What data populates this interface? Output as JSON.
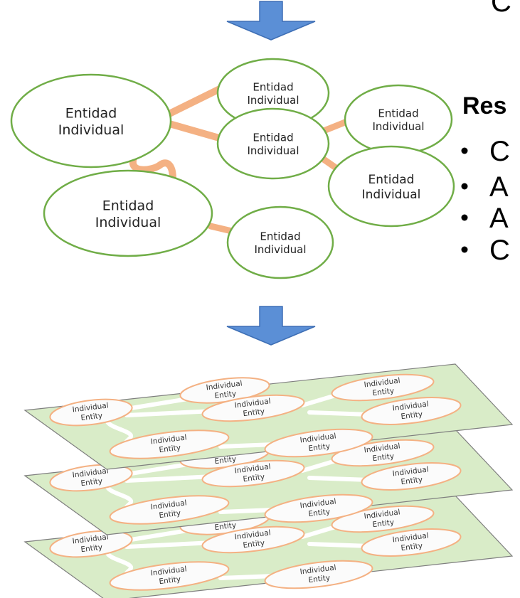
{
  "top_partial_text": "C",
  "heading_partial": "Res",
  "bullet_partials": [
    "C",
    "A",
    "A",
    "C"
  ],
  "entity_label": {
    "line1": "Entidad",
    "line2": "Individual"
  },
  "layer_entity_label": {
    "line1": "Individual",
    "line2": "Entity"
  },
  "layer_count": 3,
  "colors": {
    "arrow": "#5b8fd6",
    "arrow_border": "#3e6fb5",
    "node_border": "#70ad47",
    "link": "#f4b183",
    "plane_fill": "#d9ecc8",
    "plane_border": "#7f7f7f",
    "layer_node_fill": "#fbfbfb",
    "layer_node_border": "#f4b183",
    "layer_link": "#ffffff"
  }
}
